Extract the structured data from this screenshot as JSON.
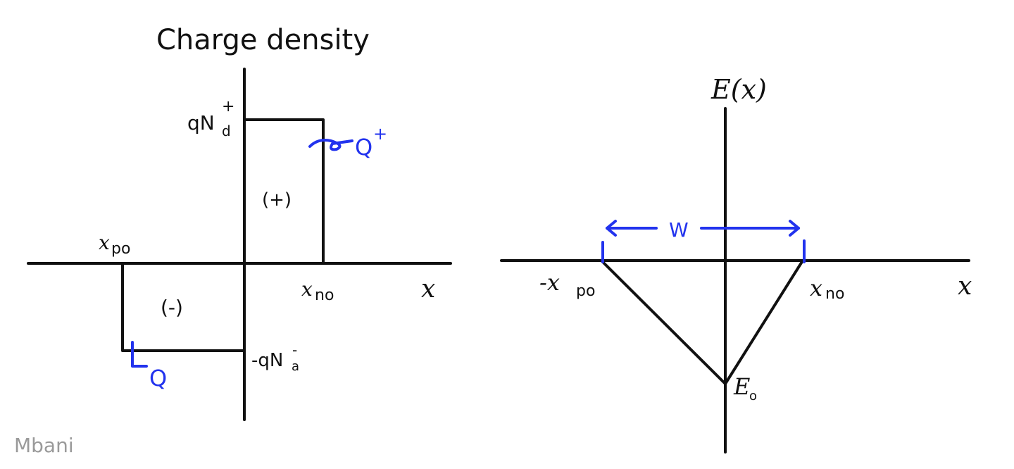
{
  "left_plot": {
    "title": "Charge density",
    "donor_level_label": "qN",
    "donor_level_sub": "d",
    "donor_level_sup": "+",
    "acceptor_level_label": "-qN",
    "acceptor_level_sub": "a",
    "acceptor_level_sup": "-",
    "xpo_label": "x",
    "xpo_sub": "po",
    "xno_label": "x",
    "xno_sub": "no",
    "x_axis_label": "x",
    "positive_region": "(+)",
    "negative_region": "(-)",
    "q_plus_label": "Q",
    "q_plus_sup": "+",
    "q_minus_label": "Q"
  },
  "right_plot": {
    "title": "E(x)",
    "width_label": "W",
    "neg_xpo_label": "-x",
    "neg_xpo_sub": "po",
    "xno_label": "x",
    "xno_sub": "no",
    "x_axis_label": "x",
    "peak_label": "E",
    "peak_sub": "o"
  },
  "watermark": "Mbani",
  "colors": {
    "ink": "#111111",
    "annotation": "#2233ee",
    "watermark": "#9a9a9a"
  }
}
